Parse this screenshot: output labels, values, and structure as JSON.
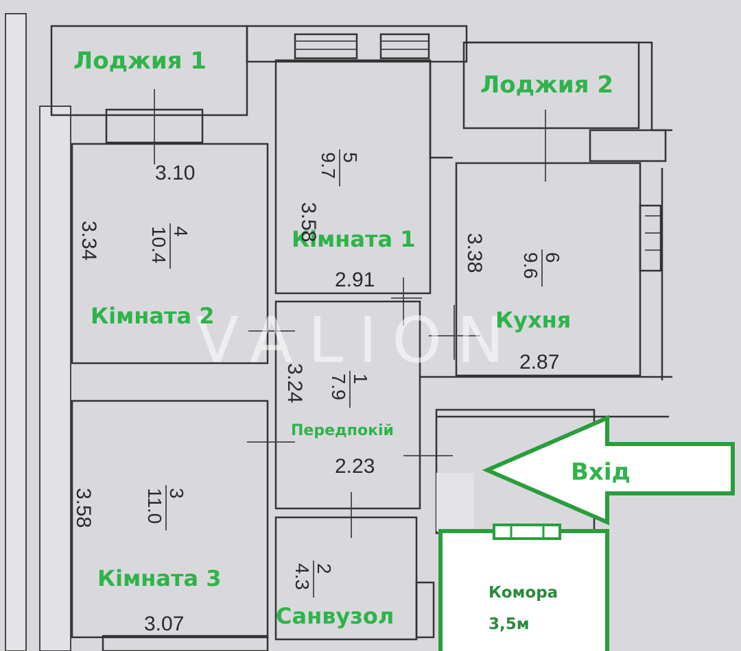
{
  "rooms": {
    "loggia1": {
      "label": "Лоджия 1"
    },
    "loggia2": {
      "label": "Лоджия 2"
    },
    "room1": {
      "label": "Кімната 1",
      "number": "5",
      "area": "9.7",
      "dim_side": "3.58",
      "dim_bottom": "2.91"
    },
    "room2": {
      "label": "Кімната 2",
      "number": "4",
      "area": "10.4",
      "dim_side": "3.34",
      "dim_top": "3.10"
    },
    "room3": {
      "label": "Кімната 3",
      "number": "3",
      "area": "11.0",
      "dim_side": "3.58",
      "dim_bottom": "3.07"
    },
    "kitchen": {
      "label": "Кухня",
      "number": "6",
      "area": "9.6",
      "dim_side": "3.38",
      "dim_bottom": "2.87"
    },
    "hall": {
      "label": "Передпокій",
      "number": "1",
      "area": "7.9",
      "dim_side": "3.24",
      "dim_bottom": "2.23"
    },
    "bathroom": {
      "label": "Санвузол",
      "number": "2",
      "area": "4.3"
    },
    "storage": {
      "label": "Комора",
      "area": "3,5м"
    }
  },
  "entrance": {
    "label": "Вхід"
  },
  "watermark": "VALION",
  "colors": {
    "label_green": "#2fb34a",
    "arrow_green": "#2a9d3c",
    "background": "#d9d9dd",
    "wall": "#333333"
  }
}
